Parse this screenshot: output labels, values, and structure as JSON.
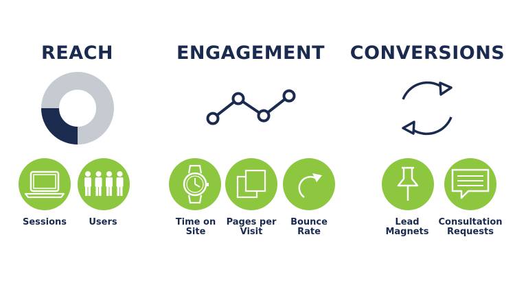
{
  "colors": {
    "navy": "#1a2b4f",
    "green": "#8dc63f",
    "grey": "#c6cbd2",
    "white": "#ffffff"
  },
  "reach": {
    "title": "REACH",
    "icons": [
      {
        "name": "laptop-icon",
        "label": "Sessions"
      },
      {
        "name": "people-icon",
        "label": "Users"
      }
    ]
  },
  "engagement": {
    "title": "ENGAGEMENT",
    "icons": [
      {
        "name": "watch-icon",
        "label": "Time on Site"
      },
      {
        "name": "pages-icon",
        "label": "Pages per Visit"
      },
      {
        "name": "bounce-arrow-icon",
        "label": "Bounce Rate"
      }
    ]
  },
  "conversions": {
    "title": "CONVERSIONS",
    "icons": [
      {
        "name": "pushpin-icon",
        "label": "Lead Magnets"
      },
      {
        "name": "chat-bubble-icon",
        "label": "Consultation Requests"
      }
    ]
  }
}
